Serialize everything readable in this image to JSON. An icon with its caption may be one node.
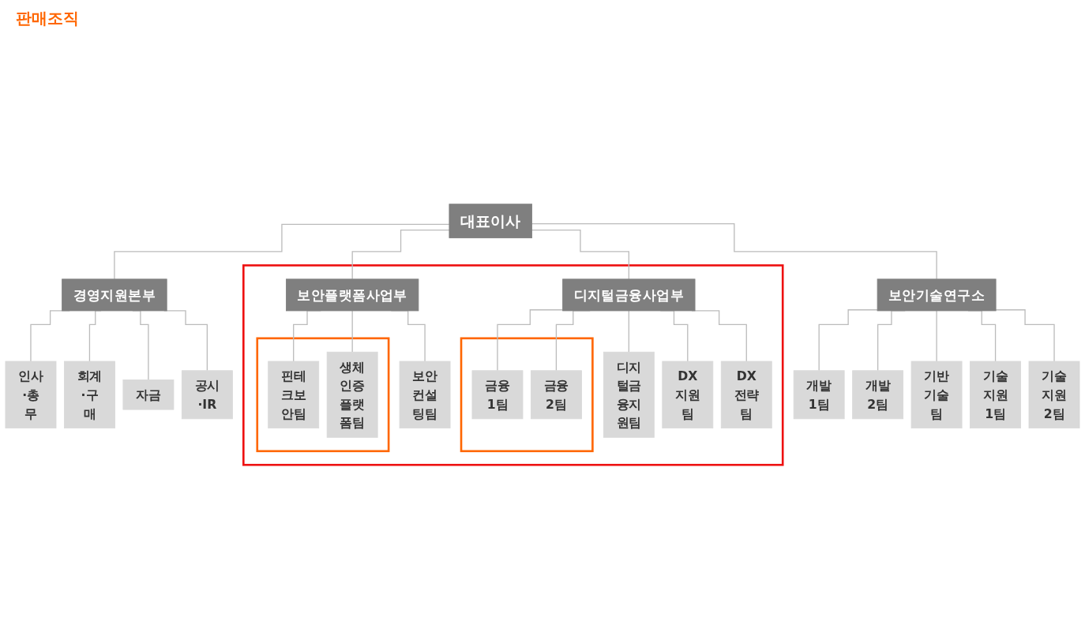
{
  "diagram": {
    "nodes": [
      {
        "text": [
          "대표이사"
        ]
      },
      {
        "text": [
          "경영지원본부"
        ]
      },
      {
        "text": [],
        "shape": "box"
      },
      {
        "text": [
          "보안플랫폼사업부"
        ],
        "in": 2
      },
      {
        "text": [
          "디지털금융사업부"
        ],
        "in": 2
      },
      {
        "text": [
          "보안기술연구소"
        ]
      },
      {
        "text": [
          "인사·총무"
        ]
      },
      {
        "text": [
          "회계·구매"
        ]
      },
      {
        "text": [
          "자금"
        ]
      },
      {
        "text": [
          "공시·IR"
        ]
      },
      {
        "text": [],
        "shape": "box",
        "in": 2
      },
      {
        "text": [
          "핀테크보안팀"
        ],
        "in": 10
      },
      {
        "text": [
          "생체인증플랫폼팀"
        ],
        "in": 10
      },
      {
        "text": [
          "보안컨설팅팀"
        ],
        "in": 2
      },
      {
        "text": [],
        "shape": "box",
        "in": 2
      },
      {
        "text": [
          "금융 1팀"
        ],
        "in": 14
      },
      {
        "text": [
          "금융 2팀"
        ],
        "in": 14
      },
      {
        "text": [
          "디지털금융지원팀"
        ],
        "in": 2
      },
      {
        "text": [
          "DX지원팀"
        ],
        "in": 2
      },
      {
        "text": [
          "DX전략팀"
        ],
        "in": 2
      },
      {
        "text": [
          "개발 1팀"
        ]
      },
      {
        "text": [
          "개발 2팀"
        ]
      },
      {
        "text": [
          "기반기술팀"
        ]
      },
      {
        "text": [
          "기술지원1팀"
        ]
      },
      {
        "text": [
          "기술지원2팀"
        ]
      }
    ],
    "edges": [
      {
        "from": 0,
        "to": 1,
        "arrow": "none"
      },
      {
        "from": 0,
        "to": 3,
        "arrow": "none"
      },
      {
        "from": 0,
        "to": 4,
        "arrow": "none"
      },
      {
        "from": 0,
        "to": 5,
        "arrow": "none"
      },
      {
        "from": 1,
        "to": 6,
        "arrow": "none"
      },
      {
        "from": 1,
        "to": 7,
        "arrow": "none"
      },
      {
        "from": 1,
        "to": 8,
        "arrow": "none"
      },
      {
        "from": 1,
        "to": 9,
        "arrow": "none"
      },
      {
        "from": 3,
        "to": 11,
        "arrow": "none"
      },
      {
        "from": 3,
        "to": 12,
        "arrow": "none"
      },
      {
        "from": 3,
        "to": 13,
        "arrow": "none"
      },
      {
        "from": 4,
        "to": 15,
        "arrow": "none"
      },
      {
        "from": 4,
        "to": 16,
        "arrow": "none"
      },
      {
        "from": 4,
        "to": 17,
        "arrow": "none"
      },
      {
        "from": 4,
        "to": 18,
        "arrow": "none"
      },
      {
        "from": 4,
        "to": 19,
        "arrow": "none"
      },
      {
        "from": 5,
        "to": 20,
        "arrow": "none"
      },
      {
        "from": 5,
        "to": 21,
        "arrow": "none"
      },
      {
        "from": 5,
        "to": 22,
        "arrow": "none"
      },
      {
        "from": 5,
        "to": 23,
        "arrow": "none"
      },
      {
        "from": 5,
        "to": 24,
        "arrow": "none"
      }
    ],
    "labels": [
      "판매조직"
    ]
  }
}
